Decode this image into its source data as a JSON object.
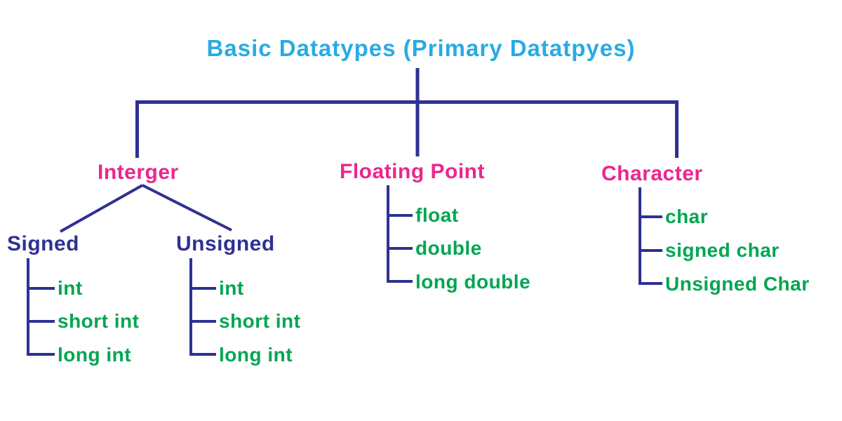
{
  "title": {
    "text": "Basic Datatypes (Primary Datatpyes)"
  },
  "colors": {
    "title": "#29abe2",
    "branch": "#ec268f",
    "subbranch": "#2e3192",
    "leaf": "#00a651",
    "connector": "#2e3192"
  },
  "tree": {
    "branches": [
      {
        "label": "Interger",
        "children": [
          {
            "label": "Signed",
            "children": [
              "int",
              "short int",
              "long int"
            ]
          },
          {
            "label": "Unsigned",
            "children": [
              "int",
              "short int",
              "long int"
            ]
          }
        ]
      },
      {
        "label": "Floating Point",
        "children": [
          "float",
          "double",
          "long double"
        ]
      },
      {
        "label": "Character",
        "children": [
          "char",
          "signed char",
          "Unsigned Char"
        ]
      }
    ]
  }
}
